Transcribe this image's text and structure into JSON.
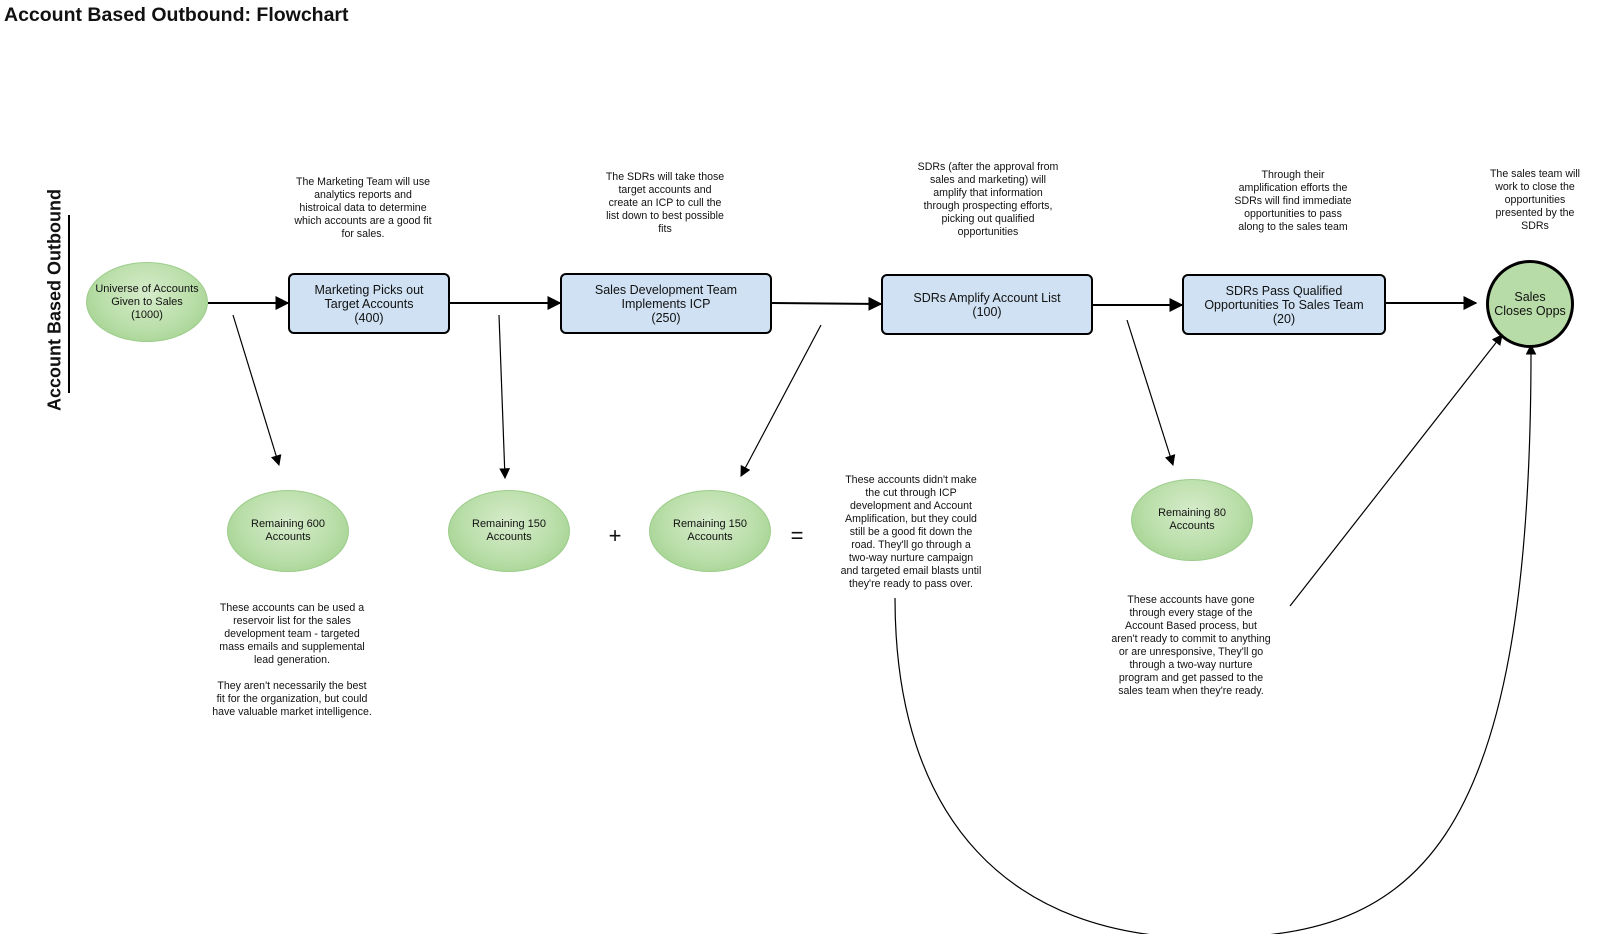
{
  "page": {
    "title": "Account Based Outbound: Flowchart"
  },
  "lane": {
    "label": "Account Based Outbound"
  },
  "nodes": {
    "universe": "Universe of Accounts\nGiven to Sales\n(1000)",
    "marketing": "Marketing Picks out\nTarget Accounts\n(400)",
    "sdt": "Sales Development Team\nImplements ICP\n(250)",
    "amplify": "SDRs Amplify Account List\n(100)",
    "pass": "SDRs Pass Qualified\nOpportunities To Sales Team\n(20)",
    "closes": "Sales\nCloses Opps",
    "remaining600": "Remaining 600\nAccounts",
    "remaining150a": "Remaining 150\nAccounts",
    "remaining150b": "Remaining 150\nAccounts",
    "remaining80": "Remaining 80\nAccounts"
  },
  "operators": {
    "plus": "+",
    "equals": "="
  },
  "notes": {
    "marketing": "The Marketing Team will use\nanalytics reports and\nhistroical data to determine\nwhich accounts are a good fit\nfor sales.",
    "sdt": "The SDRs will take those\ntarget accounts and\ncreate an ICP to cull the\nlist down to best possible\nfits",
    "amplify": "SDRs (after the approval from\nsales and marketing) will\namplify that information\nthrough prospecting efforts,\npicking out qualified\nopportunities",
    "pass": "Through their\namplification efforts the\nSDRs will find immediate\nopportunities to pass\nalong to the sales team",
    "closes": "The sales team will\nwork to close the\nopportunities\npresented by the\nSDRs",
    "reservoir": "These accounts can be used a\nreservoir list for the sales\ndevelopment team - targeted\nmass emails and supplemental\nlead generation.\n\nThey aren't necessarily the best\nfit for the organization, but could\nhave valuable market intelligence.",
    "nurture_icp": "These accounts didn't make\nthe cut through ICP\ndevelopment and Account\nAmplification, but they could\nstill be a good fit down the\nroad. They'll go through a\ntwo-way nurture campaign\nand targeted email blasts until\nthey're ready to pass over.",
    "nurture_final": "These accounts have gone\nthrough every stage of the\nAccount Based process, but\naren't ready to commit to anything\nor are unresponsive, They'll go\nthrough a two-way nurture\nprogram and get passed to the\nsales team when they're ready."
  }
}
